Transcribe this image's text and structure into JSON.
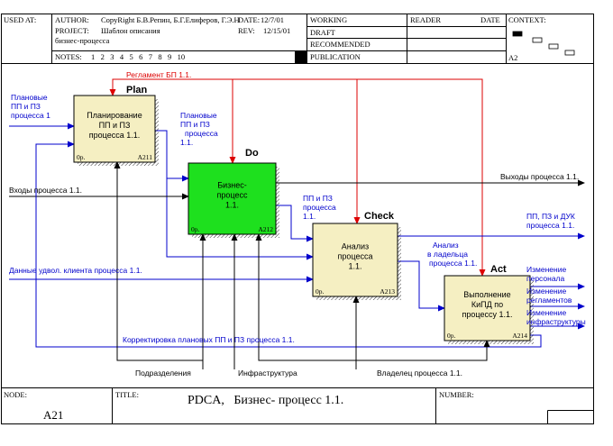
{
  "header": {
    "used_at_label": "USED AT:",
    "author_label": "AUTHOR:",
    "author_value": "CopyRight  Б.В.Репин,  Б.Г.Елиферов, Г.Э.Н",
    "date_label": "DATE:",
    "date_value": "12/7/01",
    "project_label": "PROJECT:",
    "project_value": "Шаблон  описания",
    "project_value2": "бизнес-процесса",
    "rev_label": "REV:",
    "rev_value": "12/15/01",
    "notes_label": "NOTES:",
    "notes_numbers": "1   2   3   4   5   6   7   8   9   10",
    "status_working": "WORKING",
    "status_draft": "DRAFT",
    "status_recommended": "RECOMMENDED",
    "status_publication": "PUBLICATION",
    "reader_label": "READER",
    "reader_date_label": "DATE",
    "context_label": "CONTEXT:",
    "context_node": "A2"
  },
  "footer": {
    "node_label": "NODE:",
    "node_value": "A21",
    "title_label": "TITLE:",
    "title_value": "PDCA,   Бизнес- процесс 1.1.",
    "number_label": "NUMBER:"
  },
  "boxes": [
    {
      "id": "plan",
      "tag": "Plan",
      "lines": [
        "Планирование",
        "ПП и ПЗ",
        "процесса 1.1."
      ],
      "cost": "0р.",
      "node": "A211",
      "fill": "#f5efc2"
    },
    {
      "id": "do",
      "tag": "Do",
      "lines": [
        "Бизнес-",
        "процесс",
        "1.1."
      ],
      "cost": "0р.",
      "node": "A212",
      "fill": "#1ee01e"
    },
    {
      "id": "check",
      "tag": "Check",
      "lines": [
        "Анализ",
        "процесса",
        "1.1."
      ],
      "cost": "0р.",
      "node": "A213",
      "fill": "#f5efc2"
    },
    {
      "id": "act",
      "tag": "Act",
      "lines": [
        "Выполнение",
        "КиПД по",
        "процессу 1.1."
      ],
      "cost": "0р.",
      "node": "A214",
      "fill": "#f5efc2"
    }
  ],
  "arrows": {
    "reglament": "Регламент БП 1.1.",
    "plan_in": [
      "Плановые",
      "ПП и ПЗ",
      "процесса 1"
    ],
    "plan_out": [
      "Плановые",
      "ПП и ПЗ",
      "процесса",
      "1.1."
    ],
    "inputs": "Входы процесса 1.1.",
    "outputs": "Выходы процесса 1.1.",
    "do_out": [
      "ПП и ПЗ",
      "процесса",
      "1.1."
    ],
    "pp_duk": [
      "ПП, ПЗ и ДУК",
      "процесса 1.1."
    ],
    "client_data": "Данные удвол. клиента процесса 1.1.",
    "check_out": [
      "Анализ",
      "в ладельца",
      "процесса 1.1."
    ],
    "changes": [
      [
        "Изменение",
        "персонала"
      ],
      [
        "Изменение",
        "регламентов"
      ],
      [
        "Изменение",
        "инфраструктуры"
      ]
    ],
    "correction": "Корректировка плановых ПП и ПЗ процесса 1.1.",
    "departments": "Подразделения",
    "infrastructure": "Инфраструктура",
    "owner": "Владелец процесса 1.1."
  },
  "colors": {
    "blue_arrow": "#0000cc",
    "red_arrow": "#dd0000",
    "black": "#000000",
    "box_fill": "#f5efc2",
    "do_fill": "#1ee01e"
  }
}
